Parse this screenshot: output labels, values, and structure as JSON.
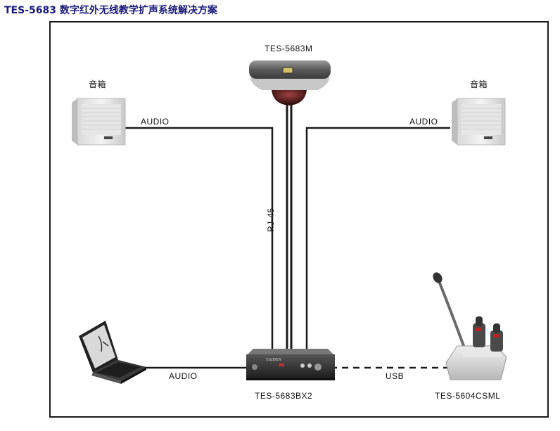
{
  "title": "TES-5683 数字红外无线教学扩声系统解决方案",
  "devices": {
    "ceiling_unit": "TES-5683M",
    "speaker_left": "音箱",
    "speaker_right": "音箱",
    "amplifier": "TES-5683BX2",
    "microphone": "TES-5604CSML"
  },
  "connections": {
    "left_speaker": "AUDIO",
    "right_speaker": "AUDIO",
    "ceiling": "RJ-45",
    "laptop": "AUDIO",
    "microphone": "USB"
  },
  "brand": "TAIDEN"
}
